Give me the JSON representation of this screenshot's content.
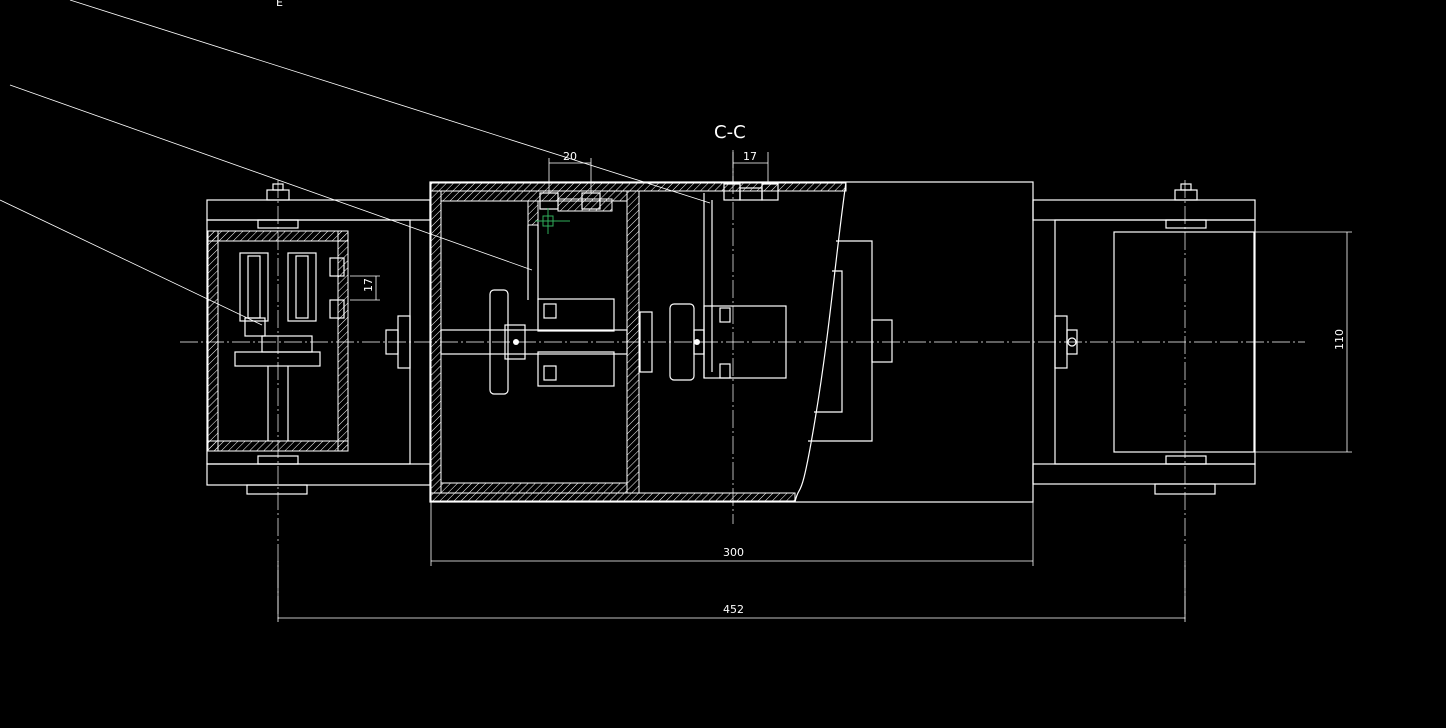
{
  "section_title": "C-C",
  "dimensions": {
    "d20": "20",
    "d17_top": "17",
    "d17_left": "17",
    "d110": "110",
    "d300": "300",
    "d452": "452"
  },
  "top_left_label": "E",
  "colors": {
    "background": "#000000",
    "line": "#ffffff",
    "cursor": "#2fae5a"
  }
}
